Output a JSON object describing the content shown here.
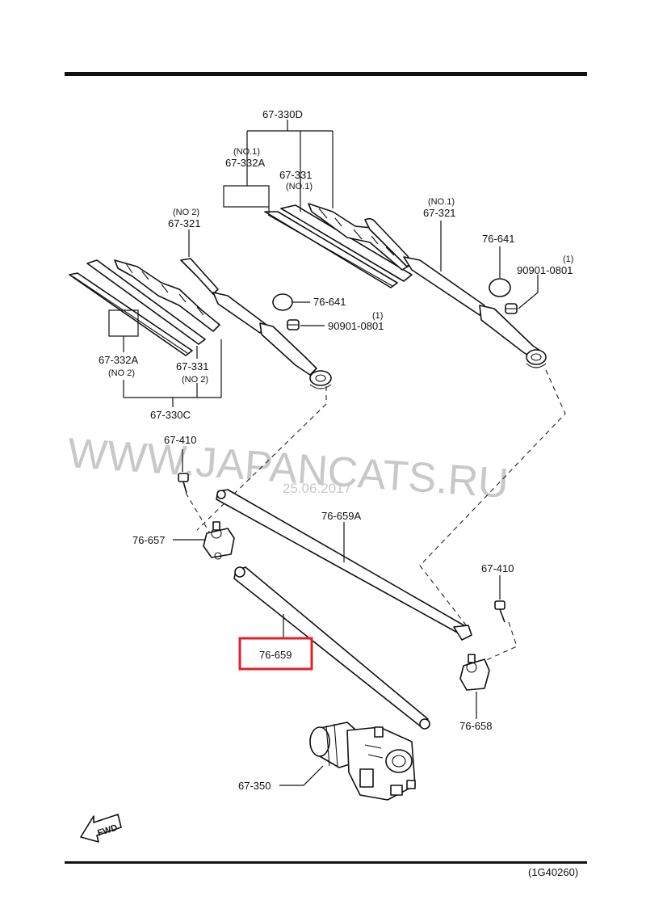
{
  "labels": {
    "set_d": "67-330D",
    "no1_a": "(NO.1)",
    "blade_332a_top": "67-332A",
    "rubber_331_top": "67-331",
    "no1_b": "(NO.1)",
    "no2_arm": "(NO 2)",
    "arm_321_left": "67-321",
    "no1_arm": "(NO.1)",
    "arm_321_right": "67-321",
    "cap_641_right": "76-641",
    "nut_count_right": "(1)",
    "nut_right": "90901-0801",
    "cap_641_left": "76-641",
    "nut_count_left": "(1)",
    "nut_left": "90901-0801",
    "blade_332a_bottom": "67-332A",
    "no2_a": "(NO 2)",
    "rubber_331_bottom": "67-331",
    "no2_b": "(NO 2)",
    "set_c": "67-330C",
    "bolt_410_left": "67-410",
    "pivot_657": "76-657",
    "link_659a": "76-659A",
    "bolt_410_right": "67-410",
    "link_659": "76-659",
    "pivot_658": "76-658",
    "motor_350": "67-350",
    "fwd": "FWD",
    "diagram_code": "(1G40260)"
  },
  "watermark": {
    "text": "WWW.JAPANCATS.RU",
    "date": "25.06.2017"
  },
  "colors": {
    "ink": "#111111",
    "highlight": "#e0202a",
    "watermark": "#c8c8c8"
  },
  "highlighted_part": "76-659"
}
